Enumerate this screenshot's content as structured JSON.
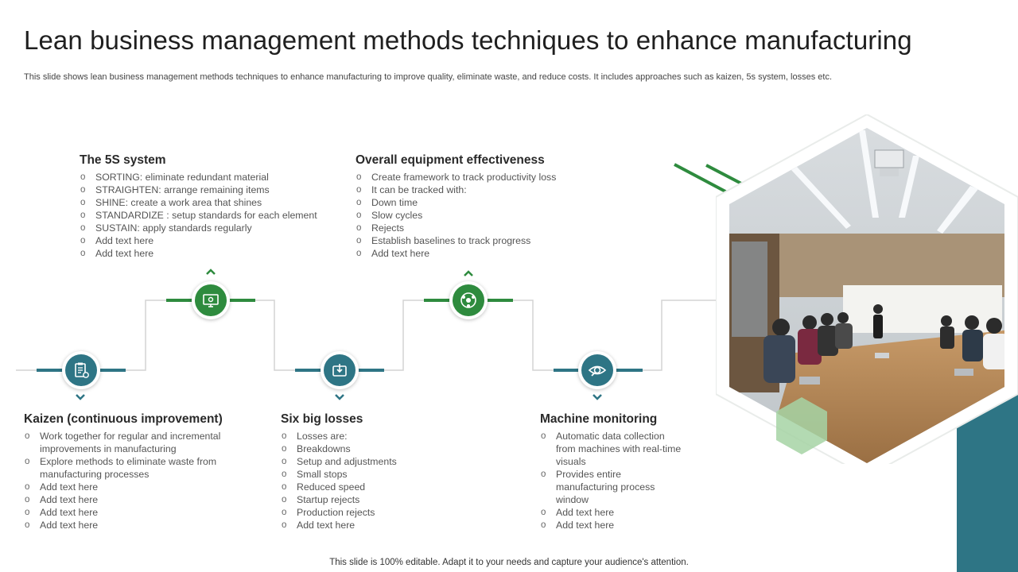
{
  "title": "Lean business management methods techniques to enhance manufacturing",
  "subtitle": "This slide shows lean business management methods techniques to enhance manufacturing to improve quality, eliminate waste, and reduce costs. It includes approaches such as kaizen, 5s system, losses etc.",
  "footer": "This slide is 100% editable. Adapt it to your needs and capture your audience's attention.",
  "colors": {
    "green": "#2e8b3e",
    "teal": "#2e7585",
    "light_green": "#a6d3a4"
  },
  "blocks": {
    "five_s": {
      "heading": "The 5S system",
      "items": [
        "SORTING:  eliminate redundant  material",
        " STRAIGHTEN:  arrange remaining items",
        " SHINE:  create a work area that shines",
        "STANDARDIZE   : setup standards for each element",
        "SUSTAIN:  apply standards regularly",
        "Add text here",
        "Add text here"
      ]
    },
    "oee": {
      "heading": "Overall equipment effectiveness",
      "items": [
        "Create framework  to track productivity  loss",
        "It can be tracked with:",
        "Down time",
        "Slow cycles",
        "Rejects",
        "Establish baselines to track progress",
        "Add text here"
      ]
    },
    "kaizen": {
      "heading": "Kaizen (continuous improvement)",
      "items": [
        "Work together for regular and incremental improvements  in manufacturing",
        "Explore methods to  eliminate waste from manufacturing  processes",
        "Add text here",
        "Add text here",
        "Add text here",
        "Add text here"
      ]
    },
    "losses": {
      "heading": "Six big losses",
      "items": [
        "Losses are:",
        "Breakdowns",
        "Setup and adjustments",
        "Small stops",
        "Reduced speed",
        "Startup rejects",
        "Production rejects",
        "Add text here"
      ]
    },
    "monitoring": {
      "heading": "Machine monitoring",
      "items": [
        "Automatic data collection from machines with real-time visuals",
        "Provides  entire manufacturing  process window",
        "Add text here",
        "Add text here"
      ]
    }
  },
  "icons": {
    "kaizen": "clipboard-gear-icon",
    "five_s": "monitor-gear-icon",
    "losses": "download-box-icon",
    "oee": "team-target-icon",
    "monitoring": "eye-magnifier-icon"
  }
}
